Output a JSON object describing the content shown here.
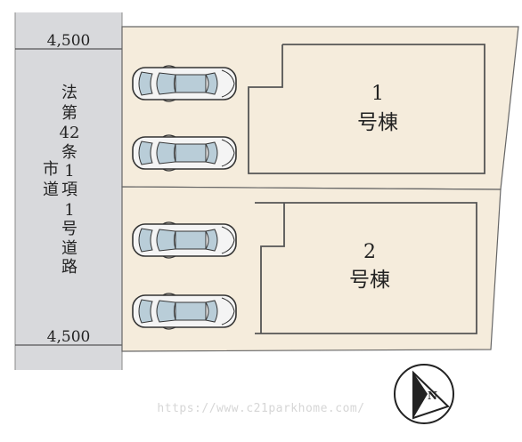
{
  "road": {
    "width_top": "4,500",
    "width_bottom": "4,500",
    "label_col1": [
      "法",
      "第",
      "42",
      "条",
      "1",
      "項",
      "1",
      "号",
      "道",
      "路"
    ],
    "label_col2": [
      "市",
      "道"
    ]
  },
  "buildings": [
    {
      "number": "1",
      "label": "号棟"
    },
    {
      "number": "2",
      "label": "号棟"
    }
  ],
  "cars": {
    "count": 4,
    "icon": "car-icon"
  },
  "compass": {
    "letter": "N",
    "icon": "north-arrow-icon"
  },
  "watermark": "https://www.c21parkhome.com/",
  "colors": {
    "lot": "#f5ecdc",
    "road": "#d8d9dc",
    "outline": "#555555",
    "car_body": "#f4f4f4",
    "car_glass": "#b9cdd8"
  }
}
